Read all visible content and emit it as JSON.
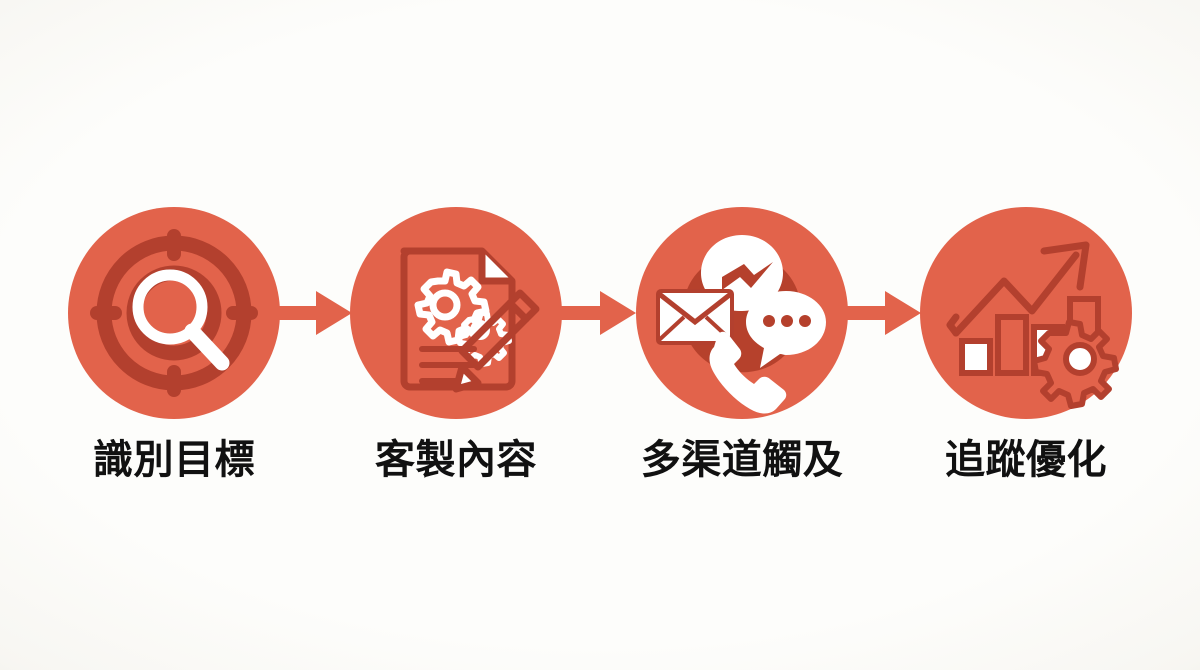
{
  "diagram": {
    "type": "horizontal-process-flow",
    "background_color": "#fdfdfb",
    "accent_color": "#E2634B",
    "accent_dark_color": "#B5402C",
    "icon_light_color": "#FFFFFF",
    "label_color": "#111111",
    "step_count": 4,
    "arrow_count": 3,
    "steps": [
      {
        "index": 1,
        "label": "識別目標",
        "icon_name": "target-magnifier-icon",
        "icon_description": "crosshair target with magnifying glass"
      },
      {
        "index": 2,
        "label": "客製內容",
        "icon_name": "document-gears-pencil-icon",
        "icon_description": "document with gears and pencil"
      },
      {
        "index": 3,
        "label": "多渠道觸及",
        "icon_name": "multichannel-messaging-icon",
        "icon_description": "envelope, chat bubbles and phone handset"
      },
      {
        "index": 4,
        "label": "追蹤優化",
        "icon_name": "growth-chart-gear-icon",
        "icon_description": "rising arrow over bar chart with gear"
      }
    ],
    "arrows": [
      {
        "index": 1,
        "name": "arrow-step1-to-step2",
        "direction": "right"
      },
      {
        "index": 2,
        "name": "arrow-step2-to-step3",
        "direction": "right"
      },
      {
        "index": 3,
        "name": "arrow-step3-to-step4",
        "direction": "right"
      }
    ]
  }
}
